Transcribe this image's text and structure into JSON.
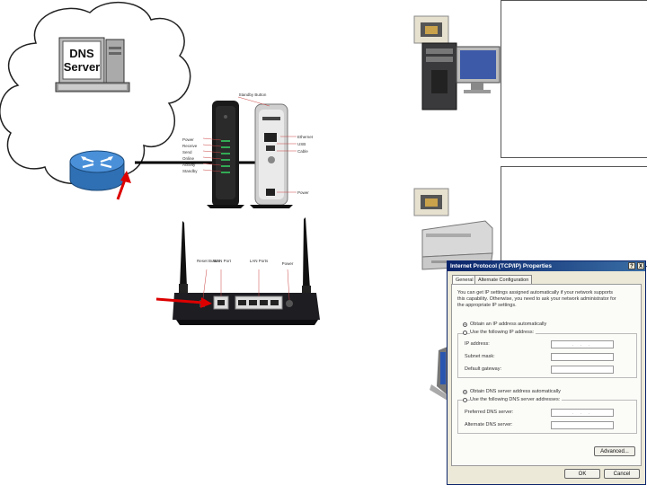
{
  "cloud": {
    "dns_line1": "DNS",
    "dns_line2": "Server"
  },
  "modem": {
    "top_label": "Standby Button",
    "front_lights": [
      "Power",
      "Receive",
      "Send",
      "Online",
      "Activity",
      "Standby"
    ],
    "back_ports": [
      "Ethernet",
      "USB",
      "Cable"
    ],
    "back_bottom": "Power"
  },
  "router": {
    "labels": [
      "Reset Button",
      "WAN Port",
      "LAN Ports",
      "Power"
    ]
  },
  "dialog": {
    "title": "Internet Protocol (TCP/IP) Properties",
    "help_btn": "?",
    "close_btn": "X",
    "tabs": [
      "General",
      "Alternate Configuration"
    ],
    "intro_line1": "You can get IP settings assigned automatically if your network supports",
    "intro_line2": "this capability. Otherwise, you need to ask your network administrator for",
    "intro_line3": "the appropriate IP settings.",
    "opt_auto_ip": "Obtain an IP address automatically",
    "opt_manual_ip": "Use the following IP address:",
    "ip_address": "IP address:",
    "subnet_mask": "Subnet mask:",
    "default_gateway": "Default gateway:",
    "opt_auto_dns": "Obtain DNS server address automatically",
    "opt_manual_dns": "Use the following DNS server addresses:",
    "preferred_dns": "Preferred DNS server:",
    "alternate_dns": "Alternate DNS server:",
    "field_dots": ". . .",
    "advanced_btn": "Advanced...",
    "ok_btn": "OK",
    "cancel_btn": "Cancel"
  }
}
